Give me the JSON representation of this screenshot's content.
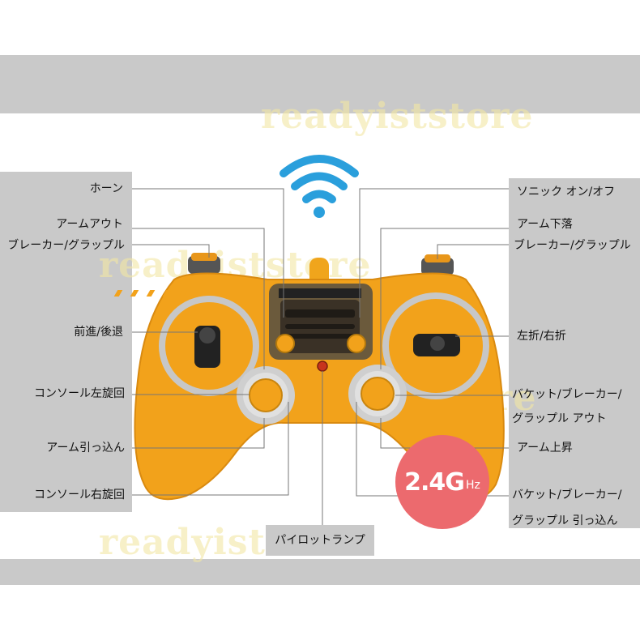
{
  "watermark": "readyiststore",
  "labels_left": {
    "horn": "ホーン",
    "arm_out": "アームアウト",
    "breaker_grapple_left": "ブレーカー/グラップル",
    "forward_backward": "前進/後退",
    "console_left": "コンソール左旋回",
    "arm_in": "アーム引っ込ん",
    "console_right": "コンソール右旋回"
  },
  "labels_right": {
    "sonic_on_off": "ソニック オン/オフ",
    "arm_down": "アーム下落",
    "breaker_grapple_right": "ブレーカー/グラップル",
    "left_right_turn": "左折/右折",
    "bucket_out_line1": "バケット/ブレーカー/",
    "bucket_out_line2": "グラップル アウト",
    "arm_up": "アーム上昇",
    "bucket_in_line1": "バケット/ブレーカー/",
    "bucket_in_line2": "グラップル 引っ込ん"
  },
  "pilot_lamp": "パイロットランプ",
  "frequency": {
    "value": "2.4G",
    "unit": "Hz"
  },
  "colors": {
    "controller": "#f2a21b",
    "band": "#c9c9c9",
    "badge": "#ec6a6e",
    "wifi": "#2a9fdc"
  },
  "icons": [
    "wifi-icon",
    "joystick-icon"
  ]
}
